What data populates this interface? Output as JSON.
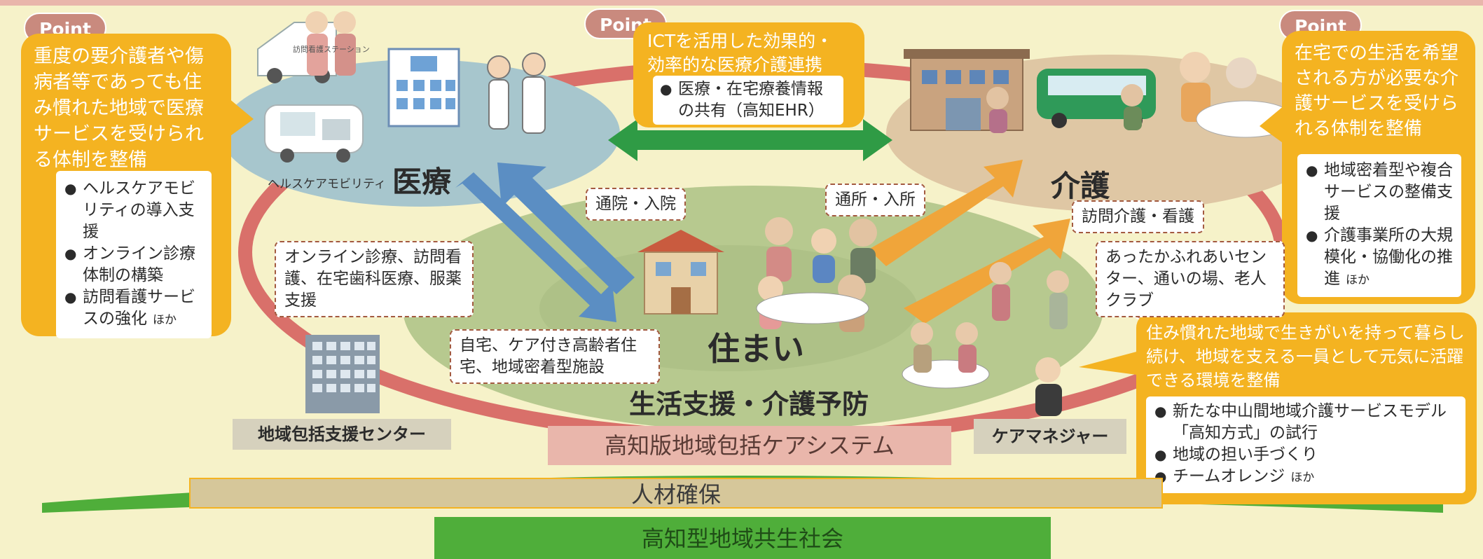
{
  "point_label": "Point",
  "left_point": {
    "lead": "重度の要介護者や傷病者等であっても住み慣れた地域で医療サービスを受けられる体制を整備",
    "items": [
      "ヘルスケアモビリティの導入支援",
      "オンライン診療体制の構築",
      "訪問看護サービスの強化"
    ],
    "hoka": "ほか"
  },
  "center_point": {
    "lead": "ICTを活用した効果的・効率的な医療介護連携",
    "item": "医療・在宅療養情報の共有（高知EHR）"
  },
  "right_point": {
    "lead": "在宅での生活を希望される方が必要な介護サービスを受けられる体制を整備",
    "items": [
      "地域密着型や複合サービスの整備支援",
      "介護事業所の大規模化・協働化の推進"
    ],
    "hoka": "ほか"
  },
  "bottom_right_point": {
    "lead": "住み慣れた地域で生きがいを持って暮らし続け、地域を支える一員として元気に活躍できる環境を整備",
    "items": [
      "新たな中山間地域介護サービスモデル「高知方式」の試行",
      "地域の担い手づくり",
      "チームオレンジ"
    ],
    "hoka": "ほか"
  },
  "areas": {
    "medical": "医療",
    "care": "介護",
    "housing": "住まい",
    "support": "生活支援・介護予防"
  },
  "vehicle_text": "訪問看護ステーション",
  "mobility_caption": "ヘルスケアモビリティ",
  "callouts": {
    "hospital_visit": "通院・入院",
    "facility_visit": "通所・入所",
    "home_care": "訪問介護・看護",
    "online": "オンライン診療、訪問看護、在宅歯科医療、服薬支援",
    "housing_types": "自宅、ケア付き高齢者住宅、地域密着型施設",
    "community": "あったかふれあいセンター、通いの場、老人クラブ"
  },
  "labels": {
    "center": "地域包括支援センター",
    "caremanager": "ケアマネジャー",
    "system": "高知版地域包括ケアシステム",
    "hr": "人材確保",
    "society": "高知型地域共生社会"
  },
  "colors": {
    "background": "#f6f2c9",
    "point_yellow": "#f4b321",
    "point_badge": "#c98a7e",
    "medical_blue": "#a7c6cd",
    "care_tan": "#dfc7a4",
    "housing_green": "#b7c98f",
    "ring_red": "#d9706a",
    "arrow_green": "#4aa83c",
    "arrow_blue": "#5b8ec3",
    "arrow_orange": "#f0a53a",
    "system_pink": "#e9b6ab",
    "society_green": "#4fae3a"
  }
}
